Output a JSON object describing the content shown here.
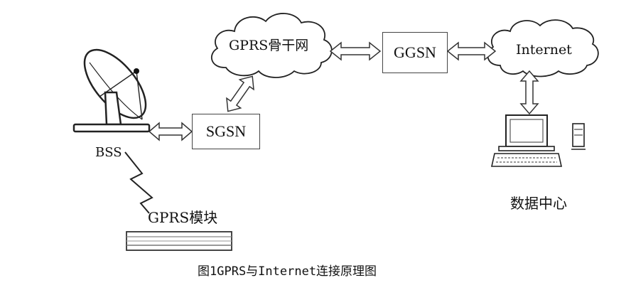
{
  "nodes": {
    "gprs_backbone": "GPRS骨干网",
    "ggsn": "GGSN",
    "internet": "Internet",
    "sgsn": "SGSN",
    "bss": "BSS",
    "gprs_module": "GPRS模块",
    "data_center": "数据中心"
  },
  "caption": "图1GPRS与Internet连接原理图"
}
